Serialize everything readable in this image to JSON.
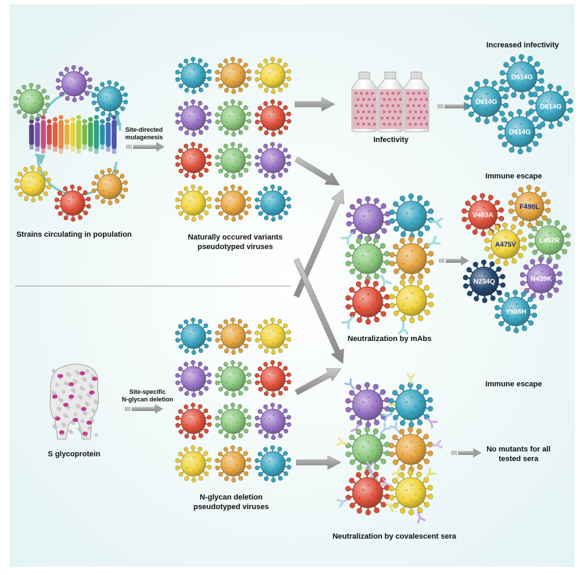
{
  "colors": {
    "background_gradient": [
      "#ffffff",
      "#e4f3f3"
    ],
    "virus": {
      "green": "#8cc97e",
      "purple": "#9a76c8",
      "teal": "#3da9c4",
      "orange": "#e9a741",
      "yellow": "#f2d43c",
      "red": "#e2533d",
      "navy": "#26486f"
    },
    "arrow": "#a7a7a7",
    "glycan": "#c23c8c",
    "divider": "#9a9a9a"
  },
  "labels": {
    "strains": "Strains circulating in population",
    "site_directed": [
      "Site-directed",
      "mutagenesis"
    ],
    "natural_variants": [
      "Naturally occured variants",
      "pseudotyped viruses"
    ],
    "infectivity": "Infectivity",
    "increased_infectivity": "Increased infectivity",
    "immune_escape_top": "Immune escape",
    "neutralization_mabs": "Neutralization by mAbs",
    "s_glycoprotein": "S glycoprotein",
    "site_specific": [
      "Site-specific",
      "N-glycan deletion"
    ],
    "nglycan_variants": [
      "N-glycan deletion",
      "pseudotyped viruses"
    ],
    "immune_escape_bottom": "Immune escape",
    "no_mutants": [
      "No mutants for all",
      "tested sera"
    ],
    "neutralization_sera": "Neutralization by covalescent sera"
  },
  "infectivity_mutants": [
    "D614G",
    "D614G",
    "D614G",
    "D614G"
  ],
  "escape_mutants": [
    "V483A",
    "F490L",
    "A475V",
    "L452R",
    "N234Q",
    "N439K",
    "Y508H"
  ],
  "icons": [
    "virus-icon",
    "crowd-icon",
    "cell-culture-bottle-icon",
    "antibody-icon",
    "s-glycoprotein-icon",
    "arrow-icon"
  ]
}
